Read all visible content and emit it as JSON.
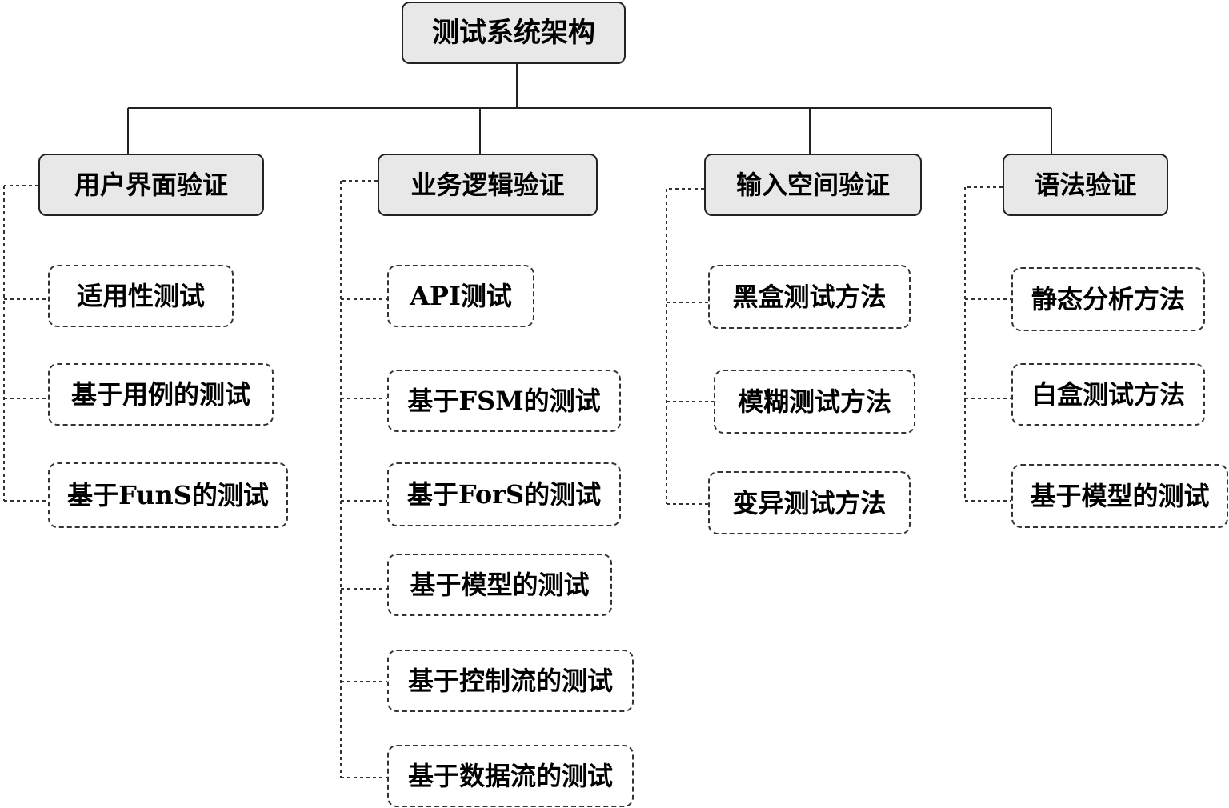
{
  "root": {
    "label": "测试系统架构"
  },
  "branches": [
    {
      "label": "用户界面验证",
      "items": [
        "适用性测试",
        "基于用例的测试",
        "基于FunS的测试"
      ]
    },
    {
      "label": "业务逻辑验证",
      "items": [
        "API测试",
        "基于FSM的测试",
        "基于ForS的测试",
        "基于模型的测试",
        "基于控制流的测试",
        "基于数据流的测试"
      ]
    },
    {
      "label": "输入空间验证",
      "items": [
        "黑盒测试方法",
        "模糊测试方法",
        "变异测试方法"
      ]
    },
    {
      "label": "语法验证",
      "items": [
        "静态分析方法",
        "白盒测试方法",
        "基于模型的测试"
      ]
    }
  ],
  "colors": {
    "solid_fill": "#e8e8e8",
    "border": "#222222",
    "connector": "#222222"
  }
}
